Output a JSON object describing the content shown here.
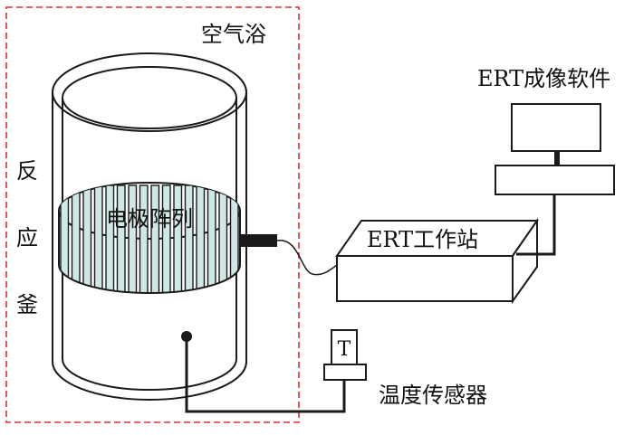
{
  "labels": {
    "air_bath": "空气浴",
    "reactor": [
      "反",
      "应",
      "釜"
    ],
    "electrode_array": "电极阵列",
    "ert_workstation": "ERT工作站",
    "ert_software": "ERT成像软件",
    "temp_sensor": "温度传感器",
    "sensor_letter": "T"
  },
  "colors": {
    "dashed_border": "#e03030",
    "line": "#1a1a1a",
    "electrode_fill": "#cfe8e6",
    "background": "#ffffff"
  },
  "electrode_count": 16
}
